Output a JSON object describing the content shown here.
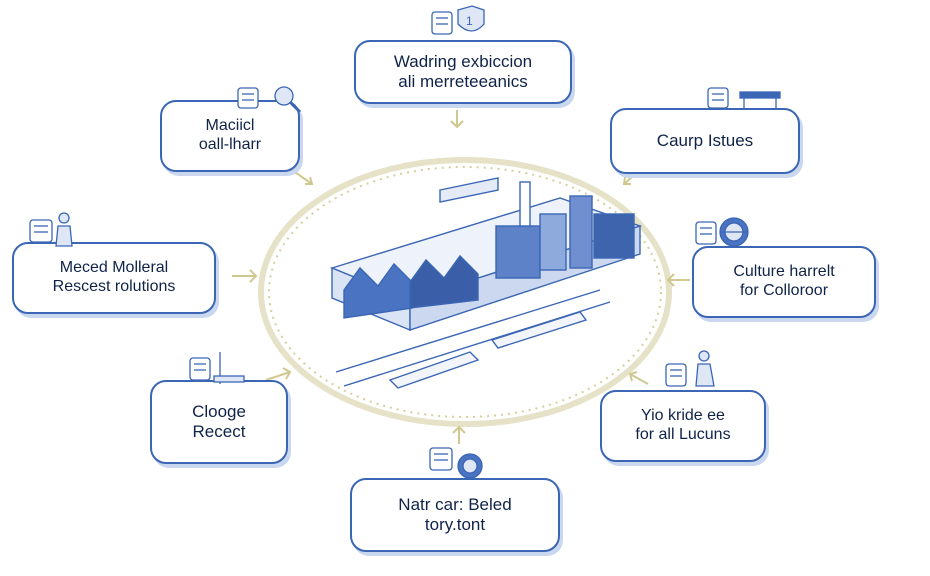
{
  "colors": {
    "accent": "#3a66b5",
    "light_accent": "#c9d7ef",
    "ring": "#e6e2c8",
    "text": "#0f2348"
  },
  "nodes": [
    {
      "id": "top",
      "lines": [
        "Wadring exbiccion",
        "ali merreteeanics"
      ],
      "icons": [
        "server-icon",
        "shield-icon"
      ]
    },
    {
      "id": "upper-left",
      "lines": [
        "Maciicl",
        "oall-lharr"
      ],
      "icons": [
        "server-icon",
        "magnifier-icon"
      ]
    },
    {
      "id": "upper-right",
      "lines": [
        "Caurp Istues"
      ],
      "icons": [
        "server-icon",
        "table-icon"
      ]
    },
    {
      "id": "left",
      "lines": [
        "Meced Molleral",
        "Rescest rolutions"
      ],
      "icons": [
        "server-icon",
        "person-icon"
      ]
    },
    {
      "id": "right",
      "lines": [
        "Culture harrelt",
        "for Colloroor"
      ],
      "icons": [
        "server-icon",
        "globe-icon"
      ]
    },
    {
      "id": "lower-left",
      "lines": [
        "Clooge",
        "Recect"
      ],
      "icons": [
        "server-icon",
        "lamp-icon"
      ]
    },
    {
      "id": "lower-right",
      "lines": [
        "Yio kride ee",
        "for all Lucuns"
      ],
      "icons": [
        "server-icon",
        "person-icon"
      ]
    },
    {
      "id": "bottom",
      "lines": [
        "Natr car: Beled",
        "tory.tont"
      ],
      "icons": [
        "server-icon",
        "globe-icon"
      ]
    }
  ],
  "center": {
    "illustration": "isometric-factory-icon"
  }
}
